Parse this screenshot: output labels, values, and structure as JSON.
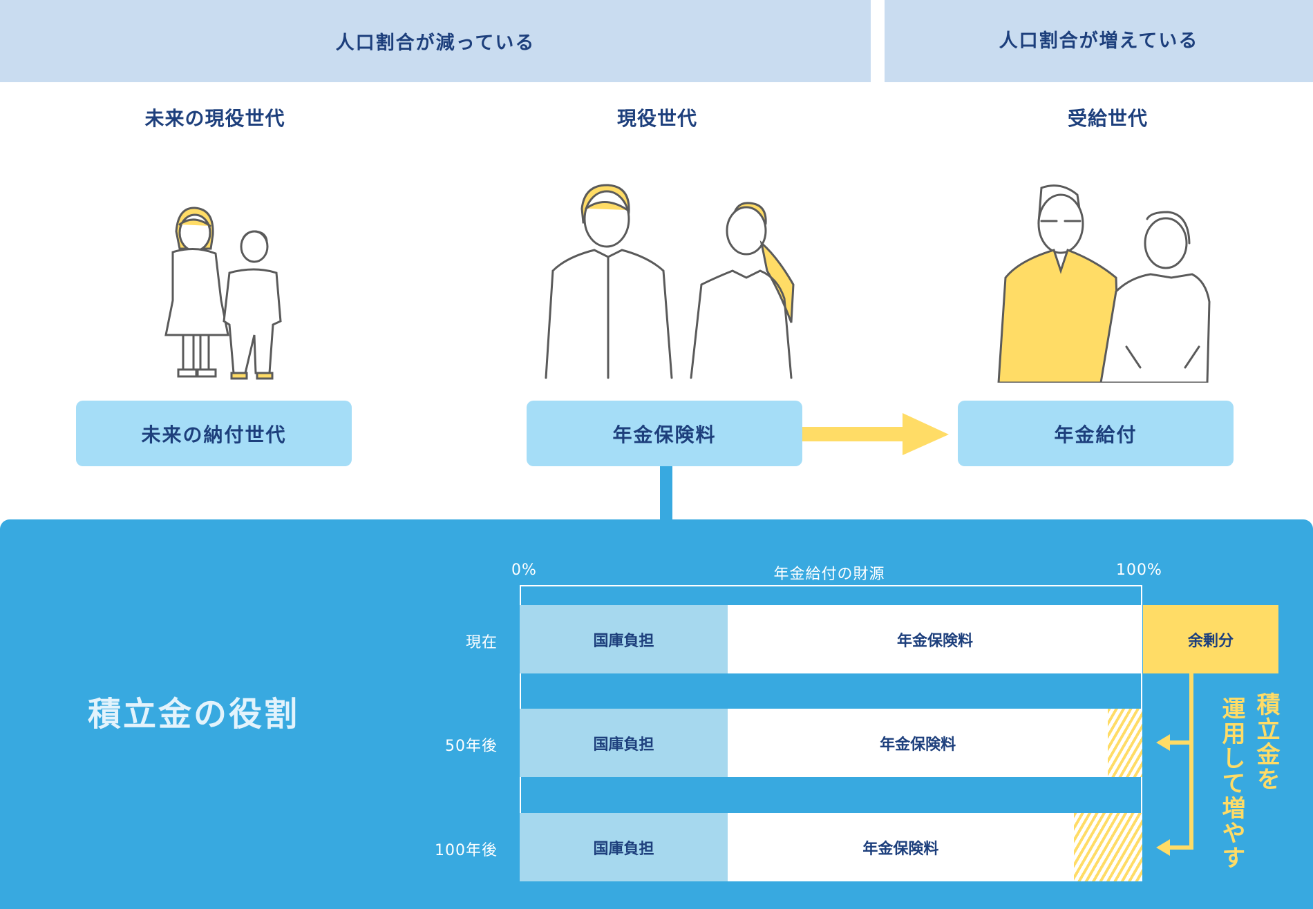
{
  "header": {
    "decreasing_label": "人口割合が減っている",
    "increasing_label": "人口割合が増えている"
  },
  "generations": [
    {
      "title": "未来の現役世代",
      "box_label": "未来の納付世代"
    },
    {
      "title": "現役世代",
      "box_label": "年金保険料"
    },
    {
      "title": "受給世代",
      "box_label": "年金給付"
    }
  ],
  "panel": {
    "title": "積立金の役割",
    "chart_title": "年金給付の財源",
    "axis_start": "0%",
    "axis_end": "100%",
    "rows": [
      {
        "label": "現在",
        "kokko_label": "国庫負担",
        "kokko_pct": 33.4,
        "premium_label": "年金保険料",
        "premium_pct": 66.6,
        "reserve_pct": 0
      },
      {
        "label": "50年後",
        "kokko_label": "国庫負担",
        "kokko_pct": 33.4,
        "premium_label": "年金保険料",
        "premium_pct": 61.1,
        "reserve_pct": 5.5
      },
      {
        "label": "100年後",
        "kokko_label": "国庫負担",
        "kokko_pct": 33.4,
        "premium_label": "年金保険料",
        "premium_pct": 55.6,
        "reserve_pct": 11.0
      }
    ],
    "surplus_label": "余剰分",
    "vertical_text_1": "積立金を",
    "vertical_text_2": "運用して増やす"
  },
  "colors": {
    "navy": "#1d3f7c",
    "band": "#c9dcf0",
    "box": "#a5ddf7",
    "panel": "#38a9e0",
    "kokko": "#a6d8ee",
    "yellow": "#ffdc66"
  }
}
